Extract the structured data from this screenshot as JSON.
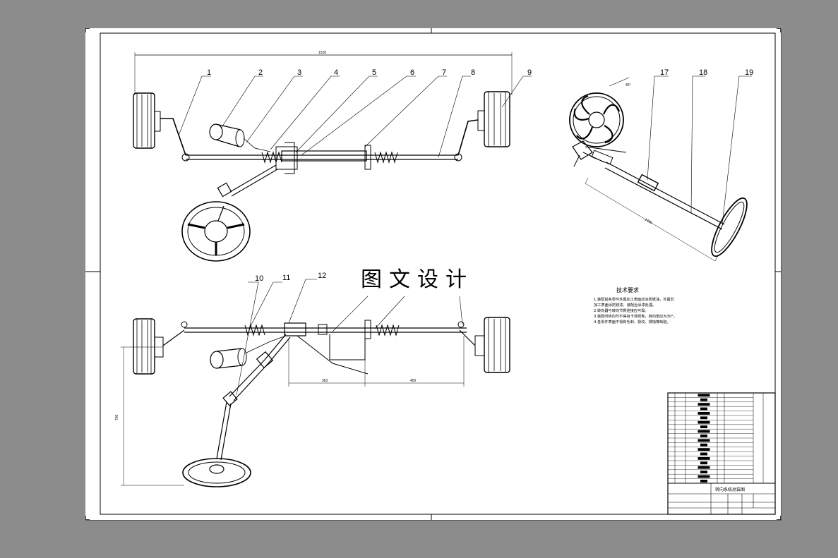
{
  "watermark": "图文设计",
  "balloons": [
    "1",
    "2",
    "3",
    "4",
    "5",
    "6",
    "7",
    "8",
    "9",
    "10",
    "11",
    "12",
    "17",
    "18",
    "19"
  ],
  "dimensions": {
    "top_overall": "1526",
    "left_half": "363",
    "right_half": "450",
    "vertical": "700",
    "column": "1390",
    "angle": "45°"
  },
  "technical_requirements": {
    "title": "技术要求",
    "items": [
      "1.装配前各零件外露加工表面应涂防锈油，外露非",
      "加工表面涂防锈漆，装配后涂漆处理。",
      "2.转向器与转向节臂连接应可靠。",
      "3.装配时转向节不得有卡滞现象，转向角应为30°。",
      "4.各零件表面不得有毛刺、裂纹、锈蚀等缺陷。"
    ]
  },
  "title_block": {
    "drawing_name": "转向系统总装图"
  },
  "colors": {
    "background": "#8c8c8c",
    "paper": "#ffffff",
    "ink": "#000000"
  }
}
